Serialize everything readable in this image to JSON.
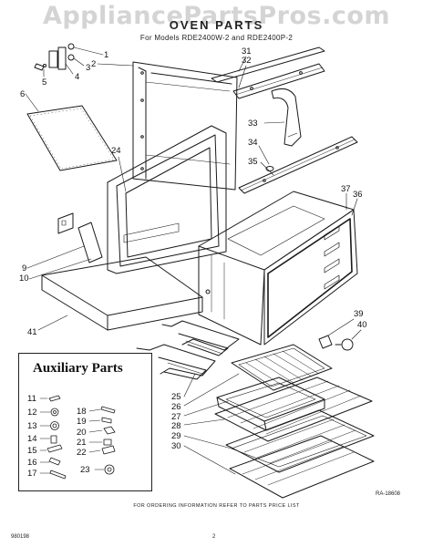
{
  "watermark": "AppliancePartsPros.com",
  "title": "OVEN PARTS",
  "subtitle": "For Models RDE2400W-2 and RDE2400P-2",
  "aux_title": "Auxiliary Parts",
  "footer_order": "FOR ORDERING INFORMATION REFER TO PARTS PRICE LIST",
  "ref_code": "RA-18608",
  "doc_code": "980198",
  "page_number": "2",
  "colors": {
    "line": "#1a1a1a",
    "watermark": "#d4d4d4",
    "background": "#ffffff"
  },
  "callouts": {
    "c1": "1",
    "c2": "2",
    "c3": "3",
    "c4": "4",
    "c5": "5",
    "c6": "6",
    "c9": "9",
    "c10": "10",
    "c24": "24",
    "c31": "31",
    "c32": "32",
    "c33": "33",
    "c34": "34",
    "c35": "35",
    "c36": "36",
    "c37": "37",
    "c39": "39",
    "c40": "40",
    "c41": "41",
    "c25": "25",
    "c26": "26",
    "c27": "27",
    "c28": "28",
    "c29": "29",
    "c30": "30"
  },
  "aux_callouts": {
    "a11": "11",
    "a12": "12",
    "a13": "13",
    "a14": "14",
    "a15": "15",
    "a16": "16",
    "a17": "17",
    "a18": "18",
    "a19": "19",
    "a20": "20",
    "a21": "21",
    "a22": "22",
    "a23": "23"
  }
}
